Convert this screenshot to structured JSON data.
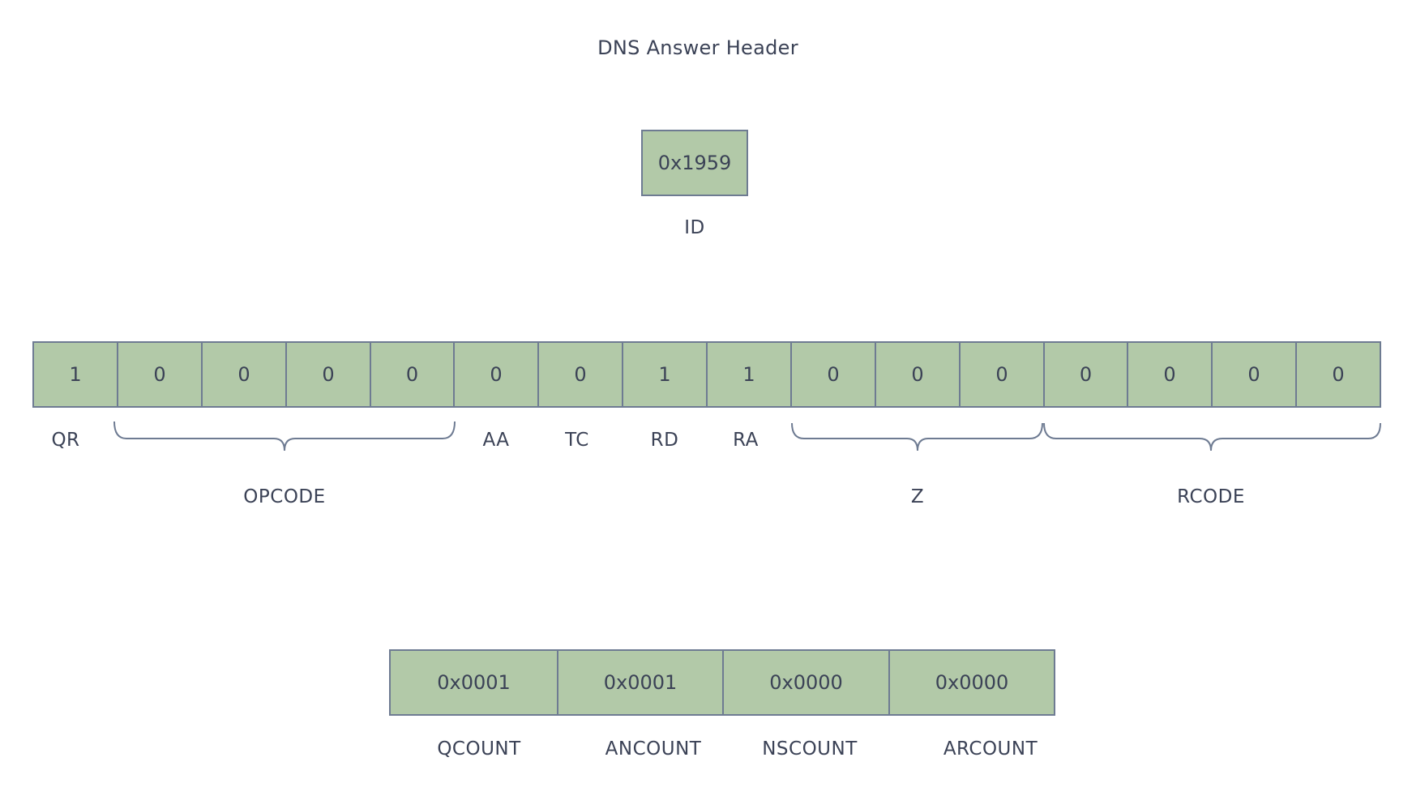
{
  "title": "DNS Answer Header",
  "id_field": {
    "value": "0x1959",
    "label": "ID"
  },
  "flag_bits": [
    "1",
    "0",
    "0",
    "0",
    "0",
    "0",
    "0",
    "1",
    "1",
    "0",
    "0",
    "0",
    "0",
    "0",
    "0",
    "0"
  ],
  "flag_labels": {
    "qr": "QR",
    "opcode": "OPCODE",
    "aa": "AA",
    "tc": "TC",
    "rd": "RD",
    "ra": "RA",
    "z": "Z",
    "rcode": "RCODE"
  },
  "counts": [
    {
      "value": "0x0001",
      "label": "QCOUNT"
    },
    {
      "value": "0x0001",
      "label": "ANCOUNT"
    },
    {
      "value": "0x0000",
      "label": "NSCOUNT"
    },
    {
      "value": "0x0000",
      "label": "ARCOUNT"
    }
  ],
  "colors": {
    "box_fill": "#b2c9a8",
    "stroke": "#6e7b92",
    "text": "#3b4256"
  }
}
